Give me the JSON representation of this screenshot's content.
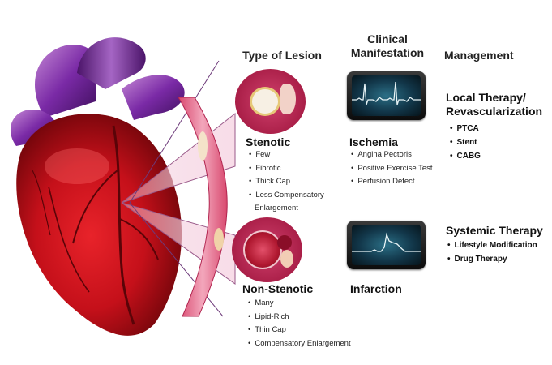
{
  "headers": {
    "type_of_lesion": "Type of Lesion",
    "clinical_line1": "Clinical",
    "clinical_line2": "Manifestation",
    "management": "Management"
  },
  "stenotic": {
    "title": "Stenotic",
    "items": [
      "Few",
      "Fibrotic",
      "Thick Cap",
      "Less Compensatory",
      "Enlargement"
    ]
  },
  "non_stenotic": {
    "title": "Non-Stenotic",
    "items": [
      "Many",
      "Lipid-Rich",
      "Thin Cap",
      "Compensatory Enlargement"
    ]
  },
  "ischemia": {
    "title": "Ischemia",
    "items": [
      "Angina Pectoris",
      "Positive Exercise Test",
      "Perfusion Defect"
    ]
  },
  "infarction": {
    "title": "Infarction"
  },
  "local_therapy": {
    "title_line1": "Local Therapy/",
    "title_line2": "Revascularization",
    "items": [
      "PTCA",
      "Stent",
      "CABG"
    ]
  },
  "systemic_therapy": {
    "title": "Systemic Therapy",
    "items": [
      "Lifestyle Modification",
      "Drug Therapy"
    ]
  },
  "colors": {
    "heart_red": "#c5101a",
    "vessel_purple": "#7a2aa6",
    "lesion_pink": "#b6264f",
    "monitor_screen": "#1d4f63",
    "ecg_trace": "#e8f4f6"
  }
}
